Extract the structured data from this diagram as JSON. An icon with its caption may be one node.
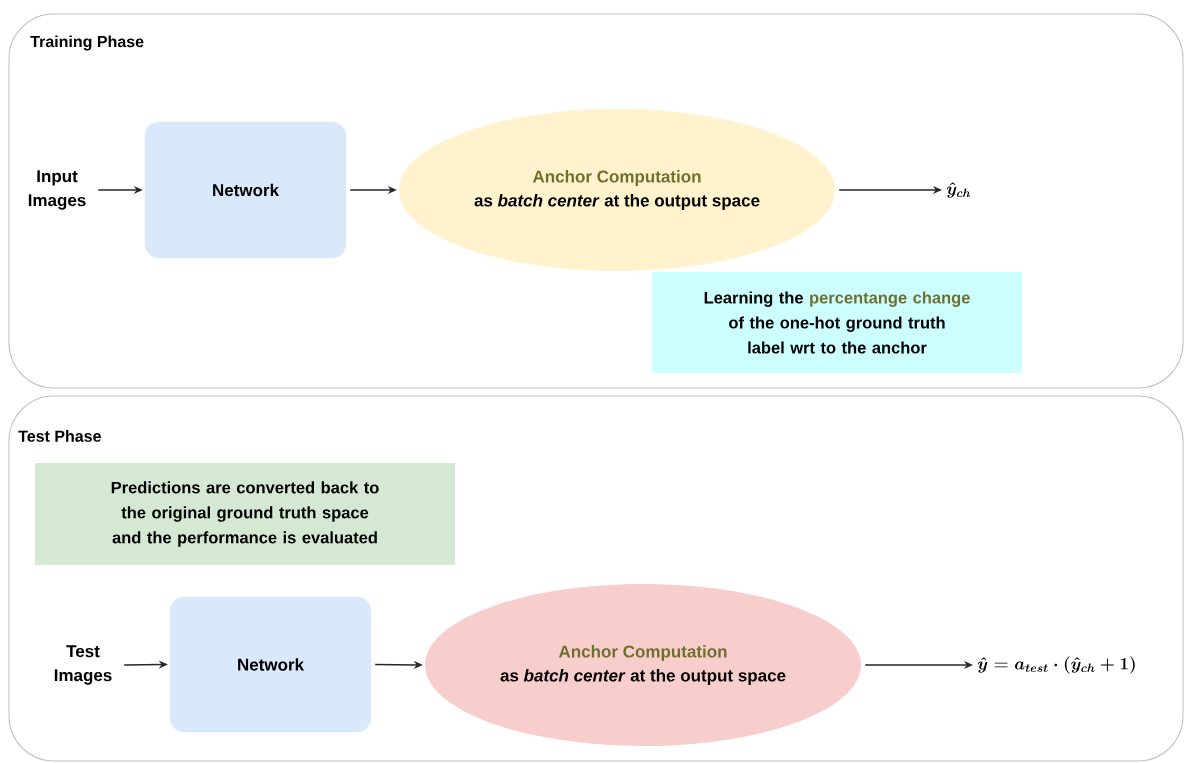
{
  "diagram": {
    "nodes": [
      {
        "text": [
          "Training Phase"
        ]
      },
      {
        "text": [
          "Input Images"
        ],
        "in": 0
      },
      {
        "text": [
          "Network"
        ],
        "in": 0
      },
      {
        "text": [
          "Anchor Computation",
          "as *batch center* at the output space"
        ],
        "in": 0
      },
      {
        "text": [
          "\\hat{y}_{ch}"
        ],
        "in": 0
      },
      {
        "text": [
          "Learning the",
          "percentange change",
          "of the one-hot ground truth label wrt to the anchor"
        ],
        "in": 0
      },
      {
        "text": [
          "Test Phase"
        ]
      },
      {
        "text": [
          "Predictions are converted back to the original ground truth space and the performance is evaluated"
        ],
        "in": 6
      },
      {
        "text": [
          "Test Images"
        ],
        "in": 6
      },
      {
        "text": [
          "Network"
        ],
        "in": 6
      },
      {
        "text": [
          "Anchor Computation",
          "as *batch center* at the output space"
        ],
        "in": 6
      },
      {
        "text": [
          "\\hat{y} = a_{test} \\cdot (\\hat{y}_{ch} + 1)"
        ],
        "in": 6
      }
    ],
    "edges": [
      {
        "from": 1,
        "to": 2,
        "arrow": "to"
      },
      {
        "from": 2,
        "to": 3,
        "arrow": "to"
      },
      {
        "from": 3,
        "to": 4,
        "arrow": "to"
      },
      {
        "from": 8,
        "to": 9,
        "arrow": "to"
      },
      {
        "from": 9,
        "to": 10,
        "arrow": "to"
      },
      {
        "from": 10,
        "to": 11,
        "arrow": "to"
      }
    ]
  }
}
